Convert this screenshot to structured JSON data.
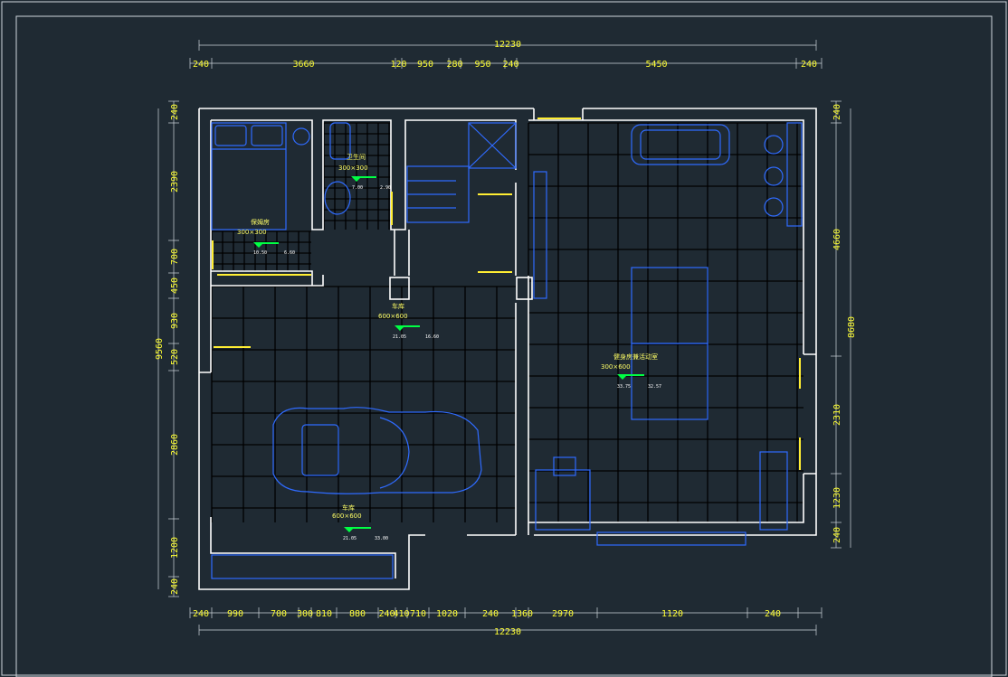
{
  "dimensions": {
    "top_total": "12230",
    "top": [
      "240",
      "3660",
      "120",
      "950",
      "280",
      "950",
      "240",
      "5450",
      "240"
    ],
    "bottom": [
      "240",
      "990",
      "700",
      "300",
      "810",
      "880",
      "240",
      "410",
      "710",
      "1020",
      "240",
      "1360",
      "2970",
      "1120",
      "240"
    ],
    "bottom_total": "12230",
    "left_total": "9560",
    "left": [
      "240",
      "2390",
      "700",
      "450",
      "930",
      "520",
      "2860",
      "1200",
      "240"
    ],
    "right_total": "8680",
    "right": [
      "240",
      "4660",
      "2310",
      "1230",
      "240"
    ]
  },
  "rooms": {
    "nanny": {
      "name": "保姆房",
      "tile": "300×300",
      "area": "10.50",
      "perimeter": "6.60"
    },
    "bath": {
      "name": "卫生间",
      "tile": "300×300",
      "area": "7.00",
      "perimeter": "2.90"
    },
    "garage_upper": {
      "name": "车库",
      "tile": "600×600",
      "area": "21.05",
      "perimeter": "16.60"
    },
    "gym": {
      "name": "健身房兼活动室",
      "tile": "300×600",
      "area": "33.75",
      "perimeter": "32.57"
    },
    "garage_lower": {
      "name": "车库",
      "tile": "600×600",
      "area": "21.05",
      "perimeter": "33.00"
    }
  },
  "colors": {
    "background": "#1f2a33",
    "dimension": "#ffff33",
    "wall": "#ffffff",
    "furniture": "#2f6bff",
    "marker": "#00ff44"
  }
}
